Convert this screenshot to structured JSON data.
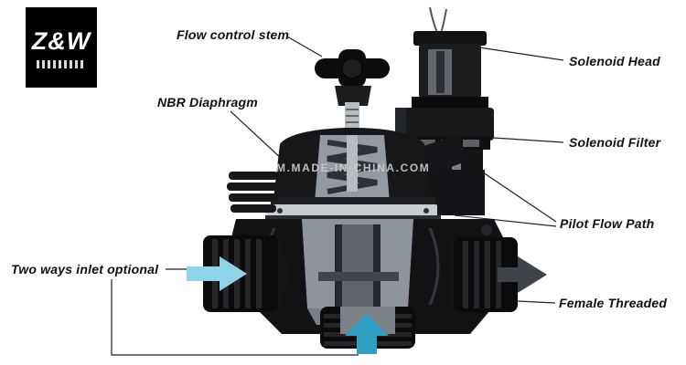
{
  "logo": {
    "text": "Z&W"
  },
  "watermark": {
    "text": "M.MADE-IN-CHINA.COM"
  },
  "labels": {
    "flow_control_stem": "Flow control stem",
    "solenoid_head": "Solenoid Head",
    "nbr_diaphragm": "NBR Diaphragm",
    "solenoid_filter": "Solenoid Filter",
    "pilot_flow_path": "Pilot Flow Path",
    "two_ways_inlet": "Two ways inlet optional",
    "female_threaded": "Female Threaded"
  },
  "colors": {
    "valve_body": "#121215",
    "inlet_arrow": "#8fd3e8",
    "bottom_arrow": "#2f9fc2",
    "outlet_arrow": "#3e434a",
    "leader_line": "#222222",
    "watermark_text": "#cbcbcb"
  }
}
